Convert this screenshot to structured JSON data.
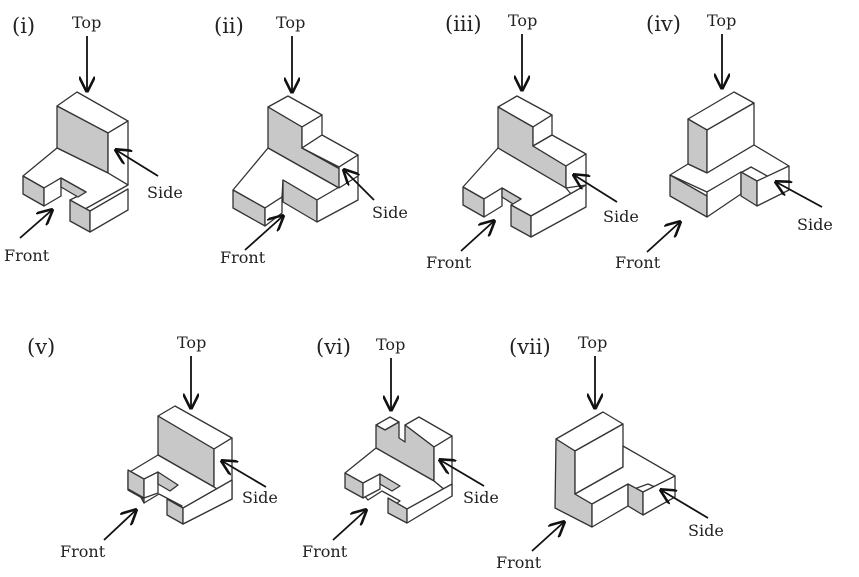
{
  "figures": [
    {
      "id": "i",
      "label": "(i)",
      "top": "Top",
      "side": "Side",
      "front": "Front"
    },
    {
      "id": "ii",
      "label": "(ii)",
      "top": "Top",
      "side": "Side",
      "front": "Front"
    },
    {
      "id": "iii",
      "label": "(iii)",
      "top": "Top",
      "side": "Side",
      "front": "Front"
    },
    {
      "id": "iv",
      "label": "(iv)",
      "top": "Top",
      "side": "Side",
      "front": "Front"
    },
    {
      "id": "v",
      "label": "(v)",
      "top": "Top",
      "side": "Side",
      "front": "Front"
    },
    {
      "id": "vi",
      "label": "(vi)",
      "top": "Top",
      "side": "Side",
      "front": "Front"
    },
    {
      "id": "vii",
      "label": "(vii)",
      "top": "Top",
      "side": "Side",
      "front": "Front"
    }
  ],
  "colors": {
    "shaded_face": "#c8c8c8",
    "outline": "#333333",
    "background": "#ffffff"
  }
}
